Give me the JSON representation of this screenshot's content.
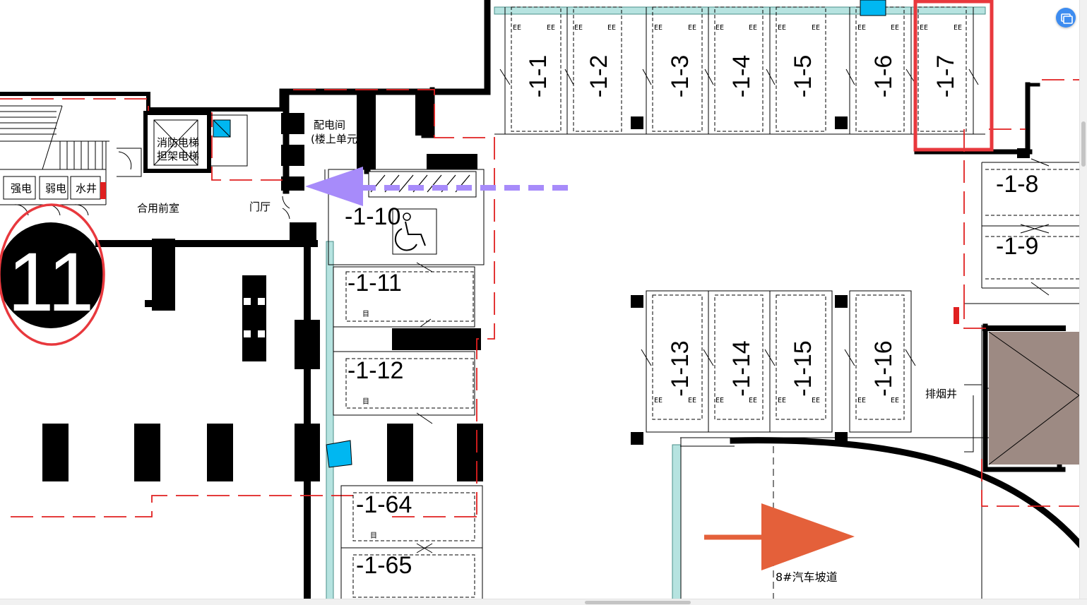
{
  "floor_plan": {
    "building_marker": "11",
    "rooms": {
      "fire_elevator": [
        "消防电梯",
        "担架电梯"
      ],
      "power_room": [
        "配电间",
        "(楼上单元)"
      ],
      "strong_power": "强电",
      "weak_power": "弱电",
      "water_shaft": "水井",
      "front_room": "合用前室",
      "lobby": "门厅",
      "smoke_shaft": "排烟井",
      "ramp": "8#汽车坡道"
    },
    "parking_top": [
      "-1-1",
      "-1-2",
      "-1-3",
      "-1-4",
      "-1-5",
      "-1-6",
      "-1-7"
    ],
    "parking_right": [
      "-1-8",
      "-1-9"
    ],
    "parking_left": [
      "-1-10",
      "-1-11",
      "-1-12",
      "-1-64",
      "-1-65"
    ],
    "parking_mid": [
      "-1-13",
      "-1-14",
      "-1-15",
      "-1-16"
    ],
    "highlighted_space": "-1-7",
    "accessible_space": "-1-10"
  },
  "colors": {
    "wall": "#000000",
    "red_boundary": "#e02020",
    "highlight_box": "#e8383d",
    "path_arrow": "#a78bfa",
    "ramp_arrow": "#e4603a",
    "teal_wall": "#b6e3e0",
    "device_blue": "#00b7f1",
    "shaft_fill": "#9d8a83",
    "fab": "#3d8cf0"
  },
  "icons": {
    "accessible": "wheelchair-icon",
    "fab": "image-window-icon"
  }
}
